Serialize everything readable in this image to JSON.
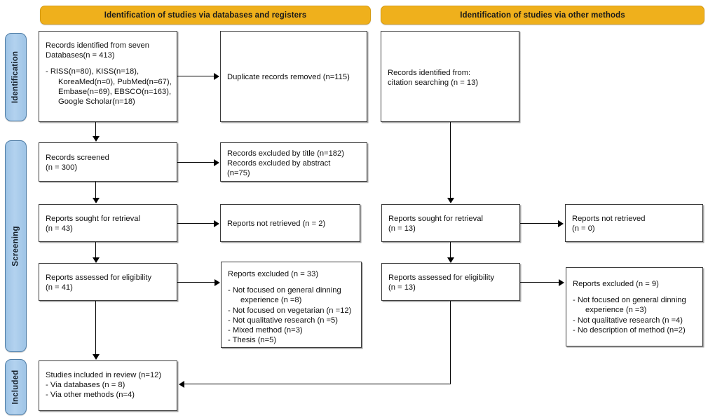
{
  "banners": [
    {
      "id": "databases",
      "label": "Identification of studies via databases and registers"
    },
    {
      "id": "other",
      "label": "Identification of studies via other methods"
    }
  ],
  "phases": [
    {
      "id": "identification",
      "label": "Identification"
    },
    {
      "id": "screening",
      "label": "Screening"
    },
    {
      "id": "included",
      "label": "Included"
    }
  ],
  "colors": {
    "banner_fill": "#efb01c",
    "phase_fill": "#a5c8e8",
    "box_border": "#3a3a3a",
    "connector": "#000000"
  },
  "boxes": {
    "records_identified": {
      "line1": "Records identified from seven",
      "line2": "Databases(n = 413)",
      "detail1": "- RISS(n=80), KISS(n=18),",
      "detail2": "KoreaMed(n=0), PubMed(n=67),",
      "detail3": "Embase(n=69), EBSCO(n=163),",
      "detail4": "Google Scholar(n=18)"
    },
    "duplicates_removed": {
      "line1": "Duplicate records removed (n=115)"
    },
    "records_screened": {
      "line1": "Records screened",
      "line2": "(n = 300)"
    },
    "records_excluded": {
      "line1": "Records excluded by title (n=182)",
      "line2": "Records excluded by abstract",
      "line3": "(n=75)"
    },
    "reports_sought_db": {
      "line1": "Reports sought for retrieval",
      "line2": "(n = 43)"
    },
    "reports_not_retrieved_db": {
      "line1": "Reports not retrieved (n = 2)"
    },
    "reports_assessed_db": {
      "line1": "Reports assessed for eligibility",
      "line2": "(n = 41)"
    },
    "reports_excluded_db": {
      "heading": "Reports excluded (n = 33)",
      "items": [
        "- Not focused on general dinning",
        "experience (n =8)",
        "- Not focused on vegetarian (n =12)",
        "- Not qualitative research (n =5)",
        "- Mixed method (n=3)",
        "- Thesis (n=5)"
      ]
    },
    "records_identified_other": {
      "line1": "Records identified from:",
      "line2": "citation searching (n = 13)"
    },
    "reports_sought_other": {
      "line1": "Reports sought for retrieval",
      "line2": "(n = 13)"
    },
    "reports_not_retrieved_other": {
      "line1": "Reports not retrieved",
      "line2": "(n = 0)"
    },
    "reports_assessed_other": {
      "line1": "Reports assessed for eligibility",
      "line2": "(n = 13)"
    },
    "reports_excluded_other": {
      "heading": "Reports excluded (n = 9)",
      "items": [
        "- Not focused on general dinning",
        "experience (n =3)",
        "- Not qualitative research (n =4)",
        "- No description of method (n=2)"
      ]
    },
    "studies_included": {
      "line1": "Studies included in review (n=12)",
      "line2": "- Via databases (n = 8)",
      "line3": "- Via other methods (n=4)"
    }
  }
}
